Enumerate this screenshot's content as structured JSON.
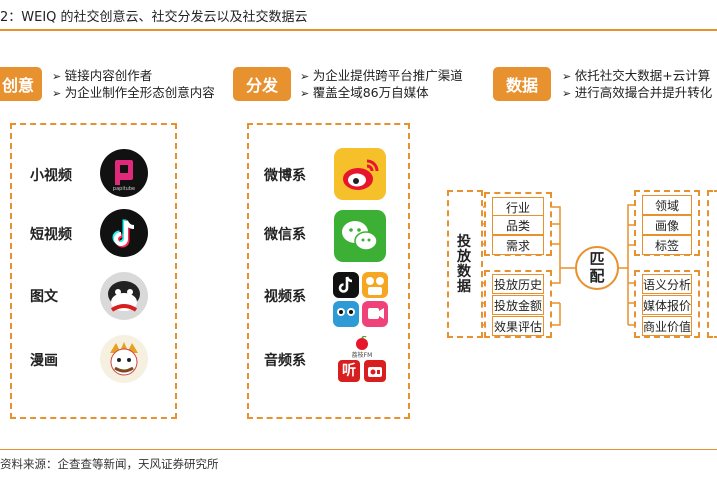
{
  "title": "2：WEIQ 的社交创意云、社交分发云以及社交数据云",
  "footer": "资料来源：企查查等新闻，天风证券研究所",
  "colors": {
    "accent": "#E8912F"
  },
  "sections": {
    "creative": {
      "tag": "创意",
      "bullets": [
        "链接内容创作者",
        "为企业制作全形态创意内容"
      ],
      "rows": [
        {
          "label": "小视频",
          "icon": "papitube-icon"
        },
        {
          "label": "短视频",
          "icon": "douyin-icon"
        },
        {
          "label": "图文",
          "icon": "cartoon-avatar-icon"
        },
        {
          "label": "漫画",
          "icon": "manga-avatar-icon"
        }
      ],
      "logo_text": "papitube"
    },
    "distribution": {
      "tag": "分发",
      "bullets": [
        "为企业提供跨平台推广渠道",
        "覆盖全域86万自媒体"
      ],
      "rows": [
        {
          "label": "微博系",
          "icon": "weibo-icon"
        },
        {
          "label": "微信系",
          "icon": "wechat-icon"
        },
        {
          "label": "视频系",
          "icon": "video-apps-icon"
        },
        {
          "label": "音频系",
          "icon": "audio-apps-icon"
        }
      ],
      "audio_logo_text": "荔枝FM",
      "audio_app_text": "听"
    },
    "data": {
      "tag": "数据",
      "bullets": [
        "依托社交大数据+云计算",
        "进行高效撮合并提升转化"
      ],
      "left_title": "投放数据",
      "left_group1": [
        "行业",
        "品类",
        "需求"
      ],
      "left_group2": [
        "投放历史",
        "投放金额",
        "效果评估"
      ],
      "match_label": "匹配",
      "right_group1": [
        "领域",
        "画像",
        "标签"
      ],
      "right_group2": [
        "语义分析",
        "媒体报价",
        "商业价值"
      ]
    }
  }
}
